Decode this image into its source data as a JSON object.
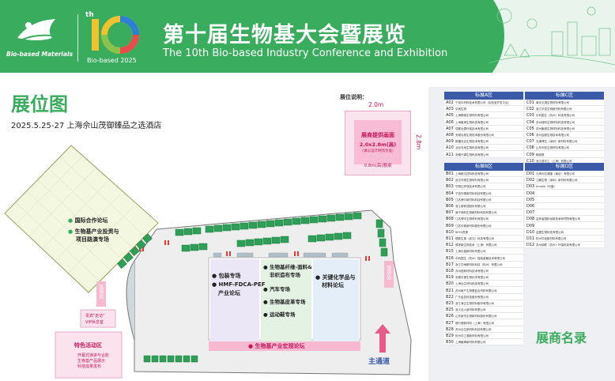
{
  "header": {
    "logo_text": "Bio-based Materials",
    "ten_sup": "th",
    "ten_label": "Bio-based 2025",
    "title_cn": "第十届生物基大会暨展览",
    "title_en": "The 10th Bio-based Industry Conference and Exhibition",
    "colors": {
      "bg": "#3aac5e",
      "accent_green": "#3aac5e",
      "accent_pink": "#c2185b",
      "list_head": "#3b5ba9"
    }
  },
  "map": {
    "title": "展位图",
    "date": "2025.5.25-27  上海佘山茂御臻品之选酒店"
  },
  "legend": {
    "label": "展位说明：",
    "width": "2.0m",
    "height": "2.8m",
    "line1": "展商提供画面",
    "line2": "2.0x2.8m(高)",
    "line3": "（请以设计制作为准）",
    "line4": "0.8m(高)展桌"
  },
  "zones": {
    "intl_forum": "国际合作论坛",
    "invest_forum_1": "生物基产业投资与",
    "invest_forum_2": "项目路演专场",
    "packaging": "包装专场",
    "hmf_1": "HMF-FDCA-PEF",
    "hmf_2": "产业论坛",
    "fiber_1": "生物基纤维-面料&",
    "fiber_2": "非织造布专场",
    "auto": "汽车专场",
    "leather": "生物基皮革专场",
    "sport": "运动鞋专场",
    "chem_1": "关键化学品与",
    "chem_2": "材料论坛",
    "macro": "生物基产业宏观论坛",
    "special": "特色活动区",
    "special_sub_1": "开幕式演讲与合影",
    "special_sub_2": "生物基产品展示",
    "special_sub_3": "科技成果发布",
    "vip": "贵宾\"走访\"",
    "vip_2": "VIP休息室",
    "reg_left": "签到处",
    "reg_right": "签到处",
    "main_aisle": "主通道"
  },
  "lists": {
    "title": "展商名录",
    "A": {
      "head": "标展A区",
      "rows": [
        {
          "code": "A02",
          "name": "宁波中材料技术有限公司（实验室开发平台）"
        },
        {
          "code": "A03",
          "name": "华润生物"
        },
        {
          "code": "A05",
          "name": "上海联碳生物材料有限公司"
        },
        {
          "code": "A06",
          "name": "上海星海生物科技有限公司"
        },
        {
          "code": "A07",
          "name": "成都合源环保技术有限公司"
        },
        {
          "code": "A08",
          "name": "安徽丰原生物技术股份有限公司"
        },
        {
          "code": "A09",
          "name": "新疆天合生物技术有限公司"
        },
        {
          "code": "A10",
          "name": "北京天地生物科技有限公司"
        },
        {
          "code": "A11",
          "name": "安徽兴源生物科技有限公司"
        }
      ]
    },
    "C": {
      "head": "标展C区",
      "rows": [
        {
          "code": "C01",
          "name": "南京五湖生物材料有限公司"
        },
        {
          "code": "C02",
          "name": "浙江华发生物新材料有限公司"
        },
        {
          "code": "C03",
          "name": "中科国生（杭州）科技有限公司"
        },
        {
          "code": "C04",
          "name": "苏州绿科生物材料科技有限公司"
        },
        {
          "code": "C05",
          "name": "苏州聚碳生物材料科技有限公司"
        },
        {
          "code": "C06",
          "name": "苏州启顺生物技术有限公司"
        },
        {
          "code": "C07",
          "name": "天津博生（深圳）新材料有限公司"
        },
        {
          "code": "C08",
          "name": "山东利安生物材料有限公司"
        },
        {
          "code": "C09",
          "name": "稀疏数"
        },
        {
          "code": "C10",
          "name": "浙江德丰工（上海）有限公司"
        }
      ]
    },
    "B": {
      "head": "标展B区",
      "rows": [
        {
          "code": "B01",
          "name": "上海新达材料科技有限公司"
        },
        {
          "code": "B02",
          "name": "武汉华丽生物材料有限公司"
        },
        {
          "code": "B03",
          "name": "华翔达环保技术有限公司"
        },
        {
          "code": "B04",
          "name": "宁波华源新材料科技有限公司"
        },
        {
          "code": "B05",
          "name": "江苏博尔新材料科技有限公司"
        },
        {
          "code": "B06",
          "name": "浙江新和成股份有限公司"
        },
        {
          "code": "B07",
          "name": "南宁绿科生物新材料科技有限公司"
        },
        {
          "code": "B08",
          "name": "江苏博宇生物材料有限公司"
        },
        {
          "code": "B09",
          "name": "江苏华美新材料股份有限公司"
        },
        {
          "code": "B10",
          "name": "BEYA资源"
        },
        {
          "code": "B11",
          "name": "德新生源（武汉）科技有限公司"
        },
        {
          "code": "B12",
          "name": "德禾新生物技术（上海）有限公司"
        },
        {
          "code": "B15",
          "name": "上海乐嘉新材料有限公司"
        },
        {
          "code": "B16",
          "name": "中科国生（杭州）智能装备技术有限公司"
        },
        {
          "code": "B17",
          "name": "浙江华海新材料科技（杭州）有限公司"
        },
        {
          "code": "B18",
          "name": "苏州纽新材料技术有限公司"
        },
        {
          "code": "B19",
          "name": "安徽丰源生物化学有限公司"
        },
        {
          "code": "B20",
          "name": "上海合生材料科技有限公司"
        },
        {
          "code": "B21",
          "name": "苏州新产生物基复合材料有限公司"
        },
        {
          "code": "B22",
          "name": "广东金发科技股份有限公司"
        },
        {
          "code": "B23",
          "name": "浙江海正生物材料股份有限公司"
        },
        {
          "code": "B25",
          "name": "浙江佳人新材料有限公司"
        },
        {
          "code": "B26",
          "name": "山东新华生物新材料股份有限公司"
        },
        {
          "code": "B27",
          "name": "德尔德新材料（上海）有限公司"
        },
        {
          "code": "B28",
          "name": "苏州合生新材料科技有限公司"
        },
        {
          "code": "B29",
          "name": "杭州华之源新材料有限公司"
        },
        {
          "code": "B30",
          "name": "上海聚锋新材料有限公司"
        }
      ]
    },
    "D": {
      "head": "标展D区",
      "rows": [
        {
          "code": "D01",
          "name": "元禾利达健康（南京）有限公司"
        },
        {
          "code": "D02",
          "name": "江麟生物（深圳）新材料有限公司"
        },
        {
          "code": "D03",
          "name": "Imadia（印度）"
        },
        {
          "code": "D04",
          "name": ""
        },
        {
          "code": "D05",
          "name": ""
        },
        {
          "code": "D06",
          "name": ""
        },
        {
          "code": "D07",
          "name": ""
        },
        {
          "code": "D08",
          "name": "吉林省国科创新技术研究院有限公司"
        },
        {
          "code": "D09",
          "name": ""
        },
        {
          "code": "D10",
          "name": "益盟生物科技有限公司"
        },
        {
          "code": "D11",
          "name": "杭州华创新材料有限公司"
        },
        {
          "code": "D12",
          "name": "苏州纳联（苏州）环保科技有限公司"
        }
      ]
    }
  }
}
